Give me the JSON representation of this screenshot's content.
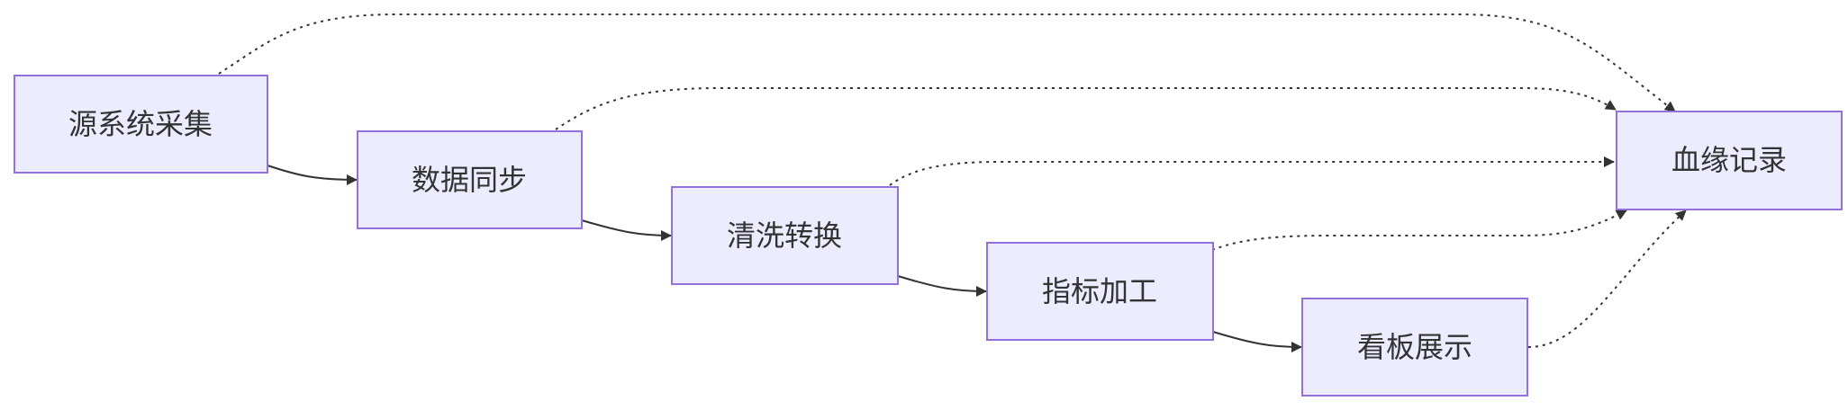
{
  "diagram": {
    "type": "flowchart",
    "direction": "LR",
    "colors": {
      "node_fill": "#ECECFF",
      "node_stroke": "#9370DB",
      "edge": "#333333",
      "text": "#333333"
    },
    "nodes": {
      "source": {
        "label": "源系统采集"
      },
      "sync": {
        "label": "数据同步"
      },
      "clean": {
        "label": "清洗转换"
      },
      "metric": {
        "label": "指标加工"
      },
      "board": {
        "label": "看板展示"
      },
      "lineage": {
        "label": "血缘记录"
      }
    },
    "edges": [
      {
        "from": "源系统采集",
        "to": "数据同步",
        "style": "solid"
      },
      {
        "from": "数据同步",
        "to": "清洗转换",
        "style": "solid"
      },
      {
        "from": "清洗转换",
        "to": "指标加工",
        "style": "solid"
      },
      {
        "from": "指标加工",
        "to": "看板展示",
        "style": "solid"
      },
      {
        "from": "源系统采集",
        "to": "血缘记录",
        "style": "dotted"
      },
      {
        "from": "数据同步",
        "to": "血缘记录",
        "style": "dotted"
      },
      {
        "from": "清洗转换",
        "to": "血缘记录",
        "style": "dotted"
      },
      {
        "from": "指标加工",
        "to": "血缘记录",
        "style": "dotted"
      },
      {
        "from": "看板展示",
        "to": "血缘记录",
        "style": "dotted"
      }
    ]
  }
}
